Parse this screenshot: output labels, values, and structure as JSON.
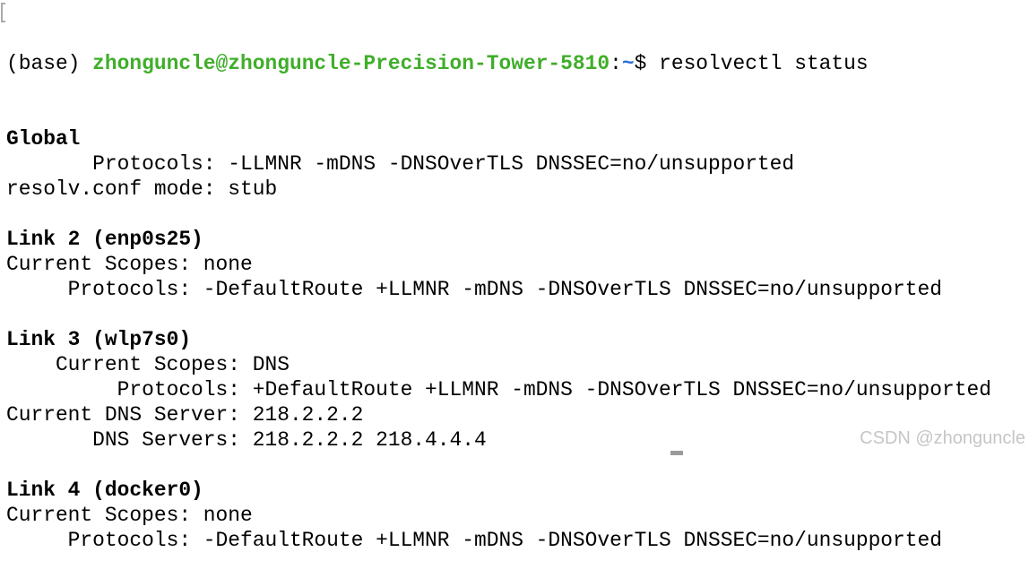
{
  "prompt": {
    "env": "(base) ",
    "user_host": "zhonguncle@zhonguncle-Precision-Tower-5810",
    "colon": ":",
    "cwd": "~",
    "dollar_cmd": "$ resolvectl status"
  },
  "output": [
    {
      "text": "Global",
      "bold": true
    },
    {
      "text": "       Protocols: -LLMNR -mDNS -DNSOverTLS DNSSEC=no/unsupported",
      "bold": false
    },
    {
      "text": "resolv.conf mode: stub",
      "bold": false
    },
    {
      "text": "",
      "bold": false
    },
    {
      "text": "Link 2 (enp0s25)",
      "bold": true
    },
    {
      "text": "Current Scopes: none",
      "bold": false
    },
    {
      "text": "     Protocols: -DefaultRoute +LLMNR -mDNS -DNSOverTLS DNSSEC=no/unsupported",
      "bold": false
    },
    {
      "text": "",
      "bold": false
    },
    {
      "text": "Link 3 (wlp7s0)",
      "bold": true
    },
    {
      "text": "    Current Scopes: DNS",
      "bold": false
    },
    {
      "text": "         Protocols: +DefaultRoute +LLMNR -mDNS -DNSOverTLS DNSSEC=no/unsupported",
      "bold": false
    },
    {
      "text": "Current DNS Server: 218.2.2.2",
      "bold": false
    },
    {
      "text": "       DNS Servers: 218.2.2.2 218.4.4.4",
      "bold": false
    },
    {
      "text": "",
      "bold": false
    },
    {
      "text": "Link 4 (docker0)",
      "bold": true
    },
    {
      "text": "Current Scopes: none",
      "bold": false
    },
    {
      "text": "     Protocols: -DefaultRoute +LLMNR -mDNS -DNSOverTLS DNSSEC=no/unsupported",
      "bold": false
    }
  ],
  "watermark": "CSDN @zhonguncle",
  "colors": {
    "user_host": "#3fae2a",
    "cwd": "#2a6fd6",
    "text": "#000000",
    "background": "#ffffff"
  }
}
